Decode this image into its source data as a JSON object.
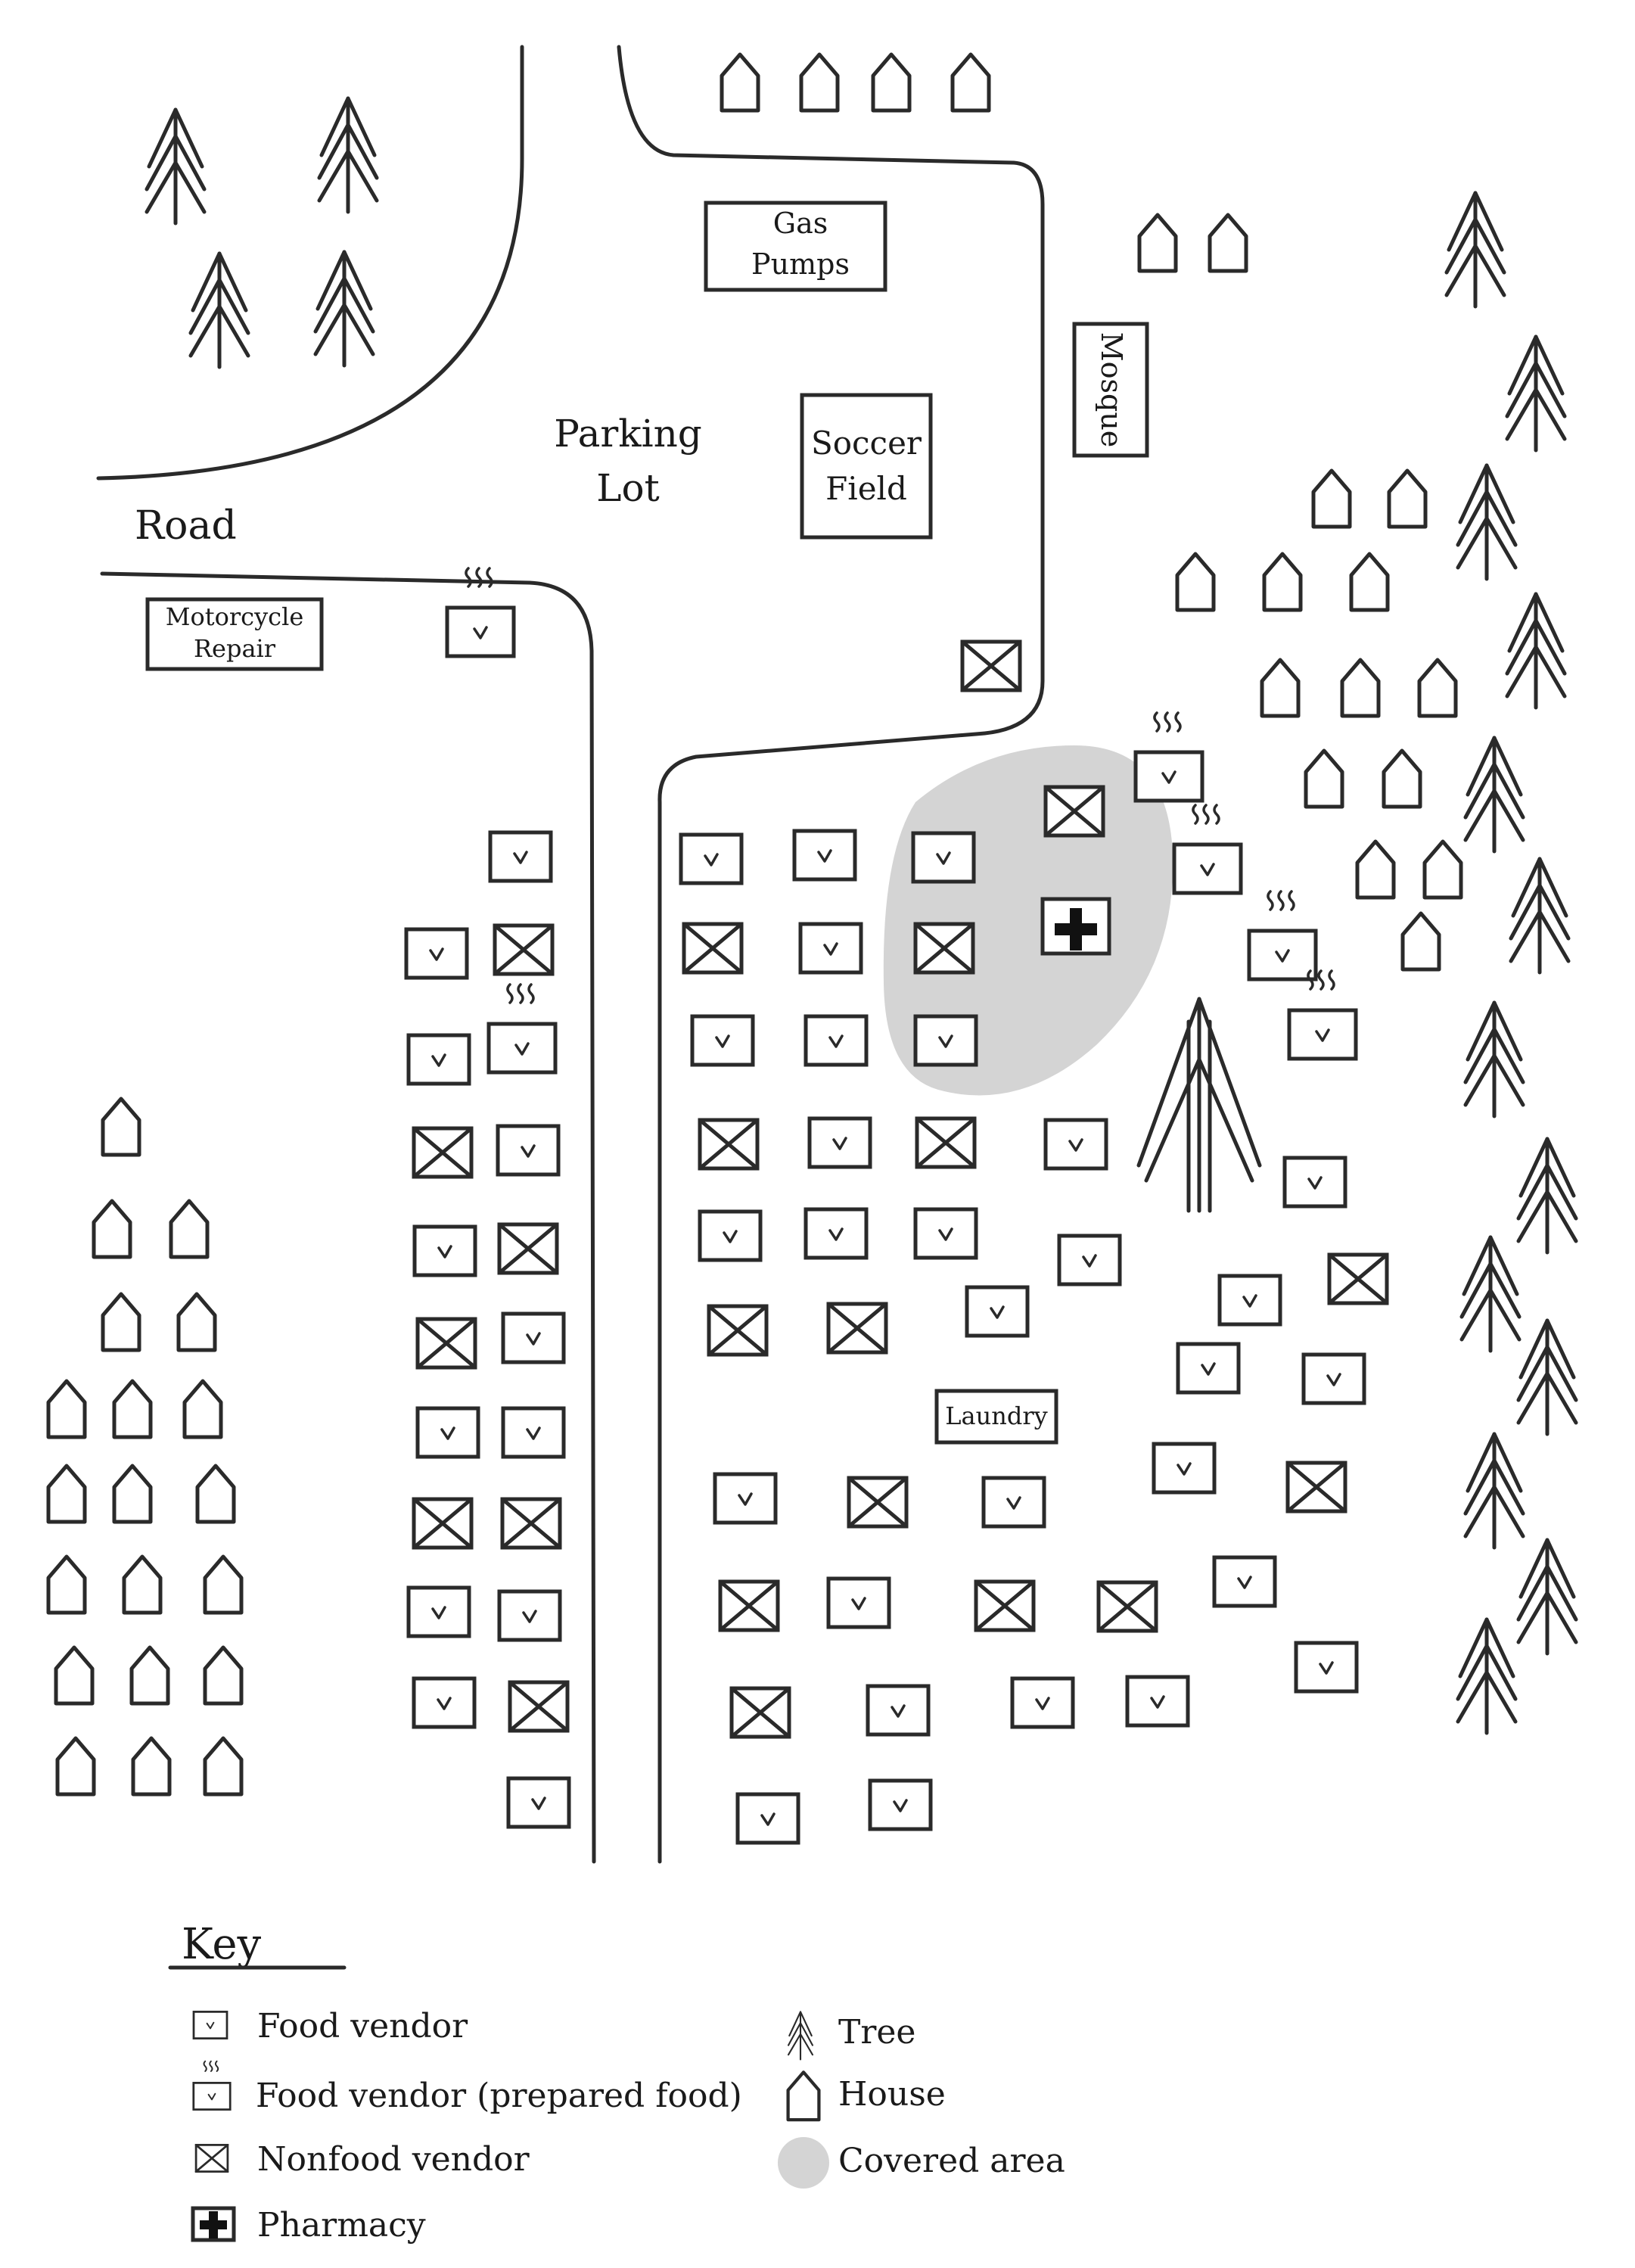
{
  "map": {
    "labels": {
      "road": "Road",
      "parking_lot_line1": "Parking",
      "parking_lot_line2": "Lot",
      "gas_pumps_line1": "Gas",
      "gas_pumps_line2": "Pumps",
      "soccer_field_line1": "Soccer",
      "soccer_field_line2": "Field",
      "mosque": "Mosque",
      "motorcycle_repair_line1": "Motorcycle",
      "motorcycle_repair_line2": "Repair",
      "laundry": "Laundry"
    },
    "colors": {
      "ink": "#2a2a2a",
      "covered_area": "#d4d4d4",
      "background": "#ffffff"
    }
  },
  "key": {
    "title": "Key",
    "items": {
      "food_vendor": "Food vendor",
      "food_vendor_prepared": "Food vendor (prepared food)",
      "nonfood_vendor": "Nonfood vendor",
      "pharmacy": "Pharmacy",
      "tree": "Tree",
      "house": "House",
      "covered_area": "Covered area"
    },
    "icons": {
      "food_vendor": "food-vendor-icon",
      "food_vendor_prepared": "prepared-food-vendor-icon",
      "nonfood_vendor": "nonfood-vendor-icon",
      "pharmacy": "pharmacy-cross-icon",
      "tree": "tree-icon",
      "house": "house-icon",
      "covered_area": "covered-area-swatch"
    }
  }
}
